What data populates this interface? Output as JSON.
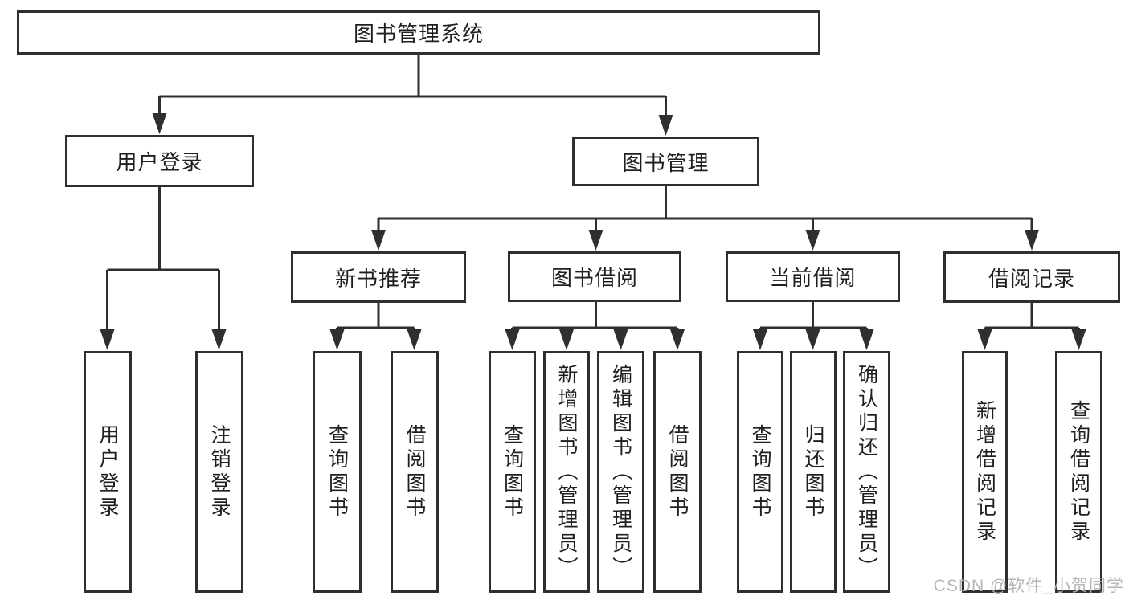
{
  "title": "图书管理系统",
  "watermark": "CSDN @软件_小贺同学",
  "colors": {
    "line": "#2f2f2f",
    "box_border": "#2f2f2f",
    "text": "#1f1f1f",
    "background": "#ffffff",
    "watermark": "#b2b2b2"
  },
  "nodes": {
    "root": {
      "label": "图书管理系统"
    },
    "user_login": {
      "label": "用户登录"
    },
    "book_management": {
      "label": "图书管理"
    },
    "new_book_recommend": {
      "label": "新书推荐"
    },
    "book_borrowing": {
      "label": "图书借阅"
    },
    "current_borrowing": {
      "label": "当前借阅"
    },
    "borrowing_records": {
      "label": "借阅记录"
    },
    "leaf_user_login": {
      "label": "用户登录"
    },
    "leaf_logout": {
      "label": "注销登录"
    },
    "leaf_query_books_1": {
      "label": "查询图书"
    },
    "leaf_borrow_books_1": {
      "label": "借阅图书"
    },
    "leaf_query_books_2": {
      "label": "查询图书"
    },
    "leaf_add_books": {
      "label": "新增图书（管理员）"
    },
    "leaf_edit_books": {
      "label": "编辑图书（管理员）"
    },
    "leaf_borrow_books_2": {
      "label": "借阅图书"
    },
    "leaf_query_books_3": {
      "label": "查询图书"
    },
    "leaf_return_books": {
      "label": "归还图书"
    },
    "leaf_confirm_return": {
      "label": "确认归还（管理员）"
    },
    "leaf_add_borrow_record": {
      "label": "新增借阅记录"
    },
    "leaf_query_borrow_record": {
      "label": "查询借阅记录"
    }
  },
  "hierarchy": {
    "root": [
      "user_login",
      "book_management"
    ],
    "user_login": [
      "leaf_user_login",
      "leaf_logout"
    ],
    "book_management": [
      "new_book_recommend",
      "book_borrowing",
      "current_borrowing",
      "borrowing_records"
    ],
    "new_book_recommend": [
      "leaf_query_books_1",
      "leaf_borrow_books_1"
    ],
    "book_borrowing": [
      "leaf_query_books_2",
      "leaf_add_books",
      "leaf_edit_books",
      "leaf_borrow_books_2"
    ],
    "current_borrowing": [
      "leaf_query_books_3",
      "leaf_return_books",
      "leaf_confirm_return"
    ],
    "borrowing_records": [
      "leaf_add_borrow_record",
      "leaf_query_borrow_record"
    ]
  }
}
